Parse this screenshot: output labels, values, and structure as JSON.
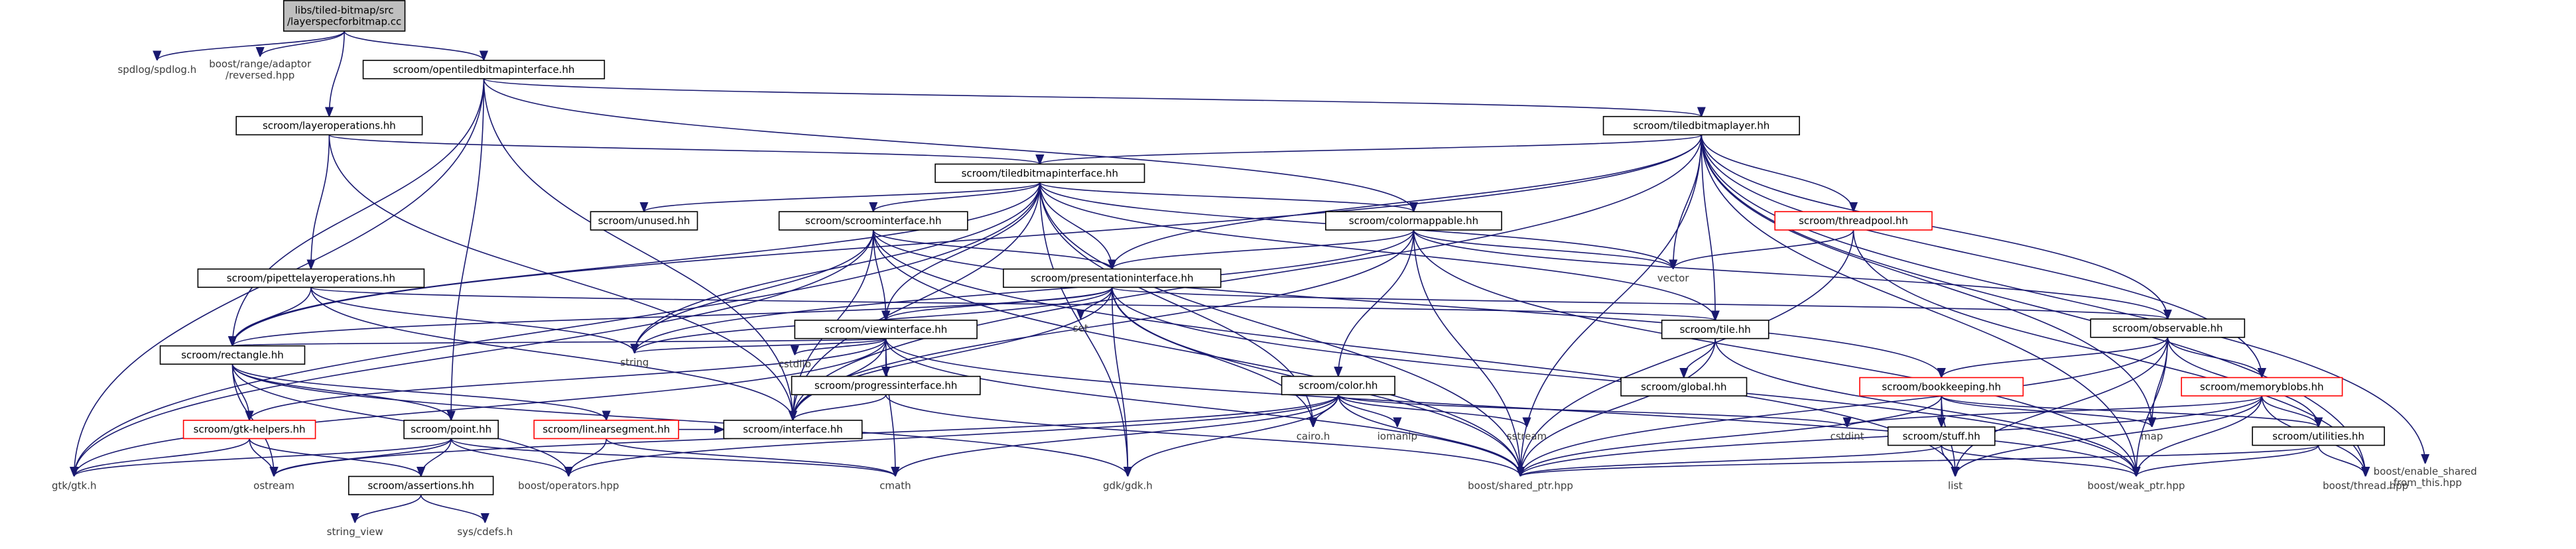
{
  "nodes": [
    {
      "id": "root",
      "lines": [
        "libs/tiled-bitmap/src",
        "/layerspecforbitmap.cc"
      ],
      "style": "root"
    },
    {
      "id": "spdlog",
      "lines": [
        "spdlog/spdlog.h"
      ],
      "style": "ext"
    },
    {
      "id": "reversed",
      "lines": [
        "boost/range/adaptor",
        "/reversed.hpp"
      ],
      "style": "ext"
    },
    {
      "id": "opentiled",
      "lines": [
        "scroom/opentiledbitmapinterface.hh"
      ],
      "style": "plain"
    },
    {
      "id": "layerops",
      "lines": [
        "scroom/layeroperations.hh"
      ],
      "style": "plain"
    },
    {
      "id": "tiledlayer",
      "lines": [
        "scroom/tiledbitmaplayer.hh"
      ],
      "style": "plain"
    },
    {
      "id": "tiledif",
      "lines": [
        "scroom/tiledbitmapinterface.hh"
      ],
      "style": "plain"
    },
    {
      "id": "unused",
      "lines": [
        "scroom/unused.hh"
      ],
      "style": "plain"
    },
    {
      "id": "scroomif",
      "lines": [
        "scroom/scroominterface.hh"
      ],
      "style": "plain"
    },
    {
      "id": "colormappable",
      "lines": [
        "scroom/colormappable.hh"
      ],
      "style": "plain"
    },
    {
      "id": "threadpool",
      "lines": [
        "scroom/threadpool.hh"
      ],
      "style": "red"
    },
    {
      "id": "pipette",
      "lines": [
        "scroom/pipettelayeroperations.hh"
      ],
      "style": "plain"
    },
    {
      "id": "presentation",
      "lines": [
        "scroom/presentationinterface.hh"
      ],
      "style": "plain"
    },
    {
      "id": "vector",
      "lines": [
        "vector"
      ],
      "style": "ext"
    },
    {
      "id": "set",
      "lines": [
        "set"
      ],
      "style": "ext"
    },
    {
      "id": "observable",
      "lines": [
        "scroom/observable.hh"
      ],
      "style": "plain"
    },
    {
      "id": "viewif",
      "lines": [
        "scroom/viewinterface.hh"
      ],
      "style": "plain"
    },
    {
      "id": "tile",
      "lines": [
        "scroom/tile.hh"
      ],
      "style": "plain"
    },
    {
      "id": "rectangle",
      "lines": [
        "scroom/rectangle.hh"
      ],
      "style": "plain"
    },
    {
      "id": "string",
      "lines": [
        "string"
      ],
      "style": "ext"
    },
    {
      "id": "cstdlib",
      "lines": [
        "cstdlib"
      ],
      "style": "ext"
    },
    {
      "id": "progressif",
      "lines": [
        "scroom/progressinterface.hh"
      ],
      "style": "plain"
    },
    {
      "id": "global",
      "lines": [
        "scroom/global.hh"
      ],
      "style": "plain"
    },
    {
      "id": "bookkeeping",
      "lines": [
        "scroom/bookkeeping.hh"
      ],
      "style": "red"
    },
    {
      "id": "memoryblobs",
      "lines": [
        "scroom/memoryblobs.hh"
      ],
      "style": "red"
    },
    {
      "id": "color",
      "lines": [
        "scroom/color.hh"
      ],
      "style": "plain"
    },
    {
      "id": "gtkhelpers",
      "lines": [
        "scroom/gtk-helpers.hh"
      ],
      "style": "red"
    },
    {
      "id": "point",
      "lines": [
        "scroom/point.hh"
      ],
      "style": "plain"
    },
    {
      "id": "linearsegment",
      "lines": [
        "scroom/linearsegment.hh"
      ],
      "style": "red"
    },
    {
      "id": "interface",
      "lines": [
        "scroom/interface.hh"
      ],
      "style": "plain"
    },
    {
      "id": "cairo",
      "lines": [
        "cairo.h"
      ],
      "style": "ext"
    },
    {
      "id": "iomanip",
      "lines": [
        "iomanip"
      ],
      "style": "ext"
    },
    {
      "id": "sstream",
      "lines": [
        "sstream"
      ],
      "style": "ext"
    },
    {
      "id": "cstdint",
      "lines": [
        "cstdint"
      ],
      "style": "ext"
    },
    {
      "id": "map",
      "lines": [
        "map"
      ],
      "style": "ext"
    },
    {
      "id": "stuff",
      "lines": [
        "scroom/stuff.hh"
      ],
      "style": "plain"
    },
    {
      "id": "utilities",
      "lines": [
        "scroom/utilities.hh"
      ],
      "style": "plain"
    },
    {
      "id": "gtkgtk",
      "lines": [
        "gtk/gtk.h"
      ],
      "style": "ext"
    },
    {
      "id": "ostream",
      "lines": [
        "ostream"
      ],
      "style": "ext"
    },
    {
      "id": "assertions",
      "lines": [
        "scroom/assertions.hh"
      ],
      "style": "plain"
    },
    {
      "id": "operators",
      "lines": [
        "boost/operators.hpp"
      ],
      "style": "ext"
    },
    {
      "id": "cmath",
      "lines": [
        "cmath"
      ],
      "style": "ext"
    },
    {
      "id": "gdkgdk",
      "lines": [
        "gdk/gdk.h"
      ],
      "style": "ext"
    },
    {
      "id": "sharedptr",
      "lines": [
        "boost/shared_ptr.hpp"
      ],
      "style": "ext"
    },
    {
      "id": "list",
      "lines": [
        "list"
      ],
      "style": "ext"
    },
    {
      "id": "weakptr",
      "lines": [
        "boost/weak_ptr.hpp"
      ],
      "style": "ext"
    },
    {
      "id": "thread",
      "lines": [
        "boost/thread.hpp"
      ],
      "style": "ext"
    },
    {
      "id": "enableshared",
      "lines": [
        "boost/enable_shared",
        "_from_this.hpp"
      ],
      "style": "ext"
    },
    {
      "id": "stringview",
      "lines": [
        "string_view"
      ],
      "style": "ext"
    },
    {
      "id": "syscdefs",
      "lines": [
        "sys/cdefs.h"
      ],
      "style": "ext"
    }
  ],
  "edges": [
    [
      "root",
      "spdlog"
    ],
    [
      "root",
      "reversed"
    ],
    [
      "root",
      "opentiled"
    ],
    [
      "root",
      "layerops"
    ],
    [
      "opentiled",
      "tiledlayer"
    ],
    [
      "opentiled",
      "colormappable"
    ],
    [
      "opentiled",
      "rectangle"
    ],
    [
      "opentiled",
      "interface"
    ],
    [
      "opentiled",
      "gtkgtk"
    ],
    [
      "opentiled",
      "point"
    ],
    [
      "layerops",
      "tiledif"
    ],
    [
      "layerops",
      "pipette"
    ],
    [
      "layerops",
      "interface"
    ],
    [
      "tiledlayer",
      "tiledif"
    ],
    [
      "tiledlayer",
      "presentation"
    ],
    [
      "tiledlayer",
      "threadpool"
    ],
    [
      "tiledlayer",
      "vector"
    ],
    [
      "tiledlayer",
      "tile"
    ],
    [
      "tiledlayer",
      "observable"
    ],
    [
      "tiledlayer",
      "memoryblobs"
    ],
    [
      "tiledlayer",
      "map"
    ],
    [
      "tiledlayer",
      "sharedptr"
    ],
    [
      "tiledlayer",
      "weakptr"
    ],
    [
      "tiledlayer",
      "thread"
    ],
    [
      "tiledlayer",
      "enableshared"
    ],
    [
      "tiledlayer",
      "rectangle"
    ],
    [
      "tiledlayer",
      "interface"
    ],
    [
      "tiledif",
      "unused"
    ],
    [
      "tiledif",
      "scroomif"
    ],
    [
      "tiledif",
      "colormappable"
    ],
    [
      "tiledif",
      "presentation"
    ],
    [
      "tiledif",
      "viewif"
    ],
    [
      "tiledif",
      "vector"
    ],
    [
      "tiledif",
      "tile"
    ],
    [
      "tiledif",
      "string"
    ],
    [
      "tiledif",
      "cairo"
    ],
    [
      "tiledif",
      "gdkgdk"
    ],
    [
      "tiledif",
      "gtkgtk"
    ],
    [
      "tiledif",
      "rectangle"
    ],
    [
      "tiledif",
      "interface"
    ],
    [
      "tiledif",
      "sharedptr"
    ],
    [
      "scroomif",
      "presentation"
    ],
    [
      "scroomif",
      "viewif"
    ],
    [
      "scroomif",
      "string"
    ],
    [
      "scroomif",
      "interface"
    ],
    [
      "scroomif",
      "gtkgtk"
    ],
    [
      "scroomif",
      "sharedptr"
    ],
    [
      "scroomif",
      "bookkeeping"
    ],
    [
      "scroomif",
      "list"
    ],
    [
      "colormappable",
      "color"
    ],
    [
      "colormappable",
      "observable"
    ],
    [
      "colormappable",
      "presentation"
    ],
    [
      "colormappable",
      "vector"
    ],
    [
      "colormappable",
      "interface"
    ],
    [
      "colormappable",
      "sharedptr"
    ],
    [
      "colormappable",
      "string"
    ],
    [
      "colormappable",
      "weakptr"
    ],
    [
      "threadpool",
      "vector"
    ],
    [
      "threadpool",
      "sharedptr"
    ],
    [
      "threadpool",
      "thread"
    ],
    [
      "pipette",
      "rectangle"
    ],
    [
      "pipette",
      "string"
    ],
    [
      "pipette",
      "interface"
    ],
    [
      "pipette",
      "tile"
    ],
    [
      "presentation",
      "set"
    ],
    [
      "presentation",
      "observable"
    ],
    [
      "presentation",
      "viewif"
    ],
    [
      "presentation",
      "rectangle"
    ],
    [
      "presentation",
      "string"
    ],
    [
      "presentation",
      "cairo"
    ],
    [
      "presentation",
      "gdkgdk"
    ],
    [
      "presentation",
      "sharedptr"
    ],
    [
      "presentation",
      "interface"
    ],
    [
      "presentation",
      "weakptr"
    ],
    [
      "observable",
      "bookkeeping"
    ],
    [
      "observable",
      "map"
    ],
    [
      "observable",
      "list"
    ],
    [
      "observable",
      "memoryblobs"
    ],
    [
      "observable",
      "utilities"
    ],
    [
      "observable",
      "sharedptr"
    ],
    [
      "observable",
      "weakptr"
    ],
    [
      "viewif",
      "progressif"
    ],
    [
      "viewif",
      "string"
    ],
    [
      "viewif",
      "cstdlib"
    ],
    [
      "viewif",
      "rectangle"
    ],
    [
      "viewif",
      "gtkhelpers"
    ],
    [
      "viewif",
      "interface"
    ],
    [
      "viewif",
      "cmath"
    ],
    [
      "viewif",
      "sharedptr"
    ],
    [
      "viewif",
      "gtkgtk"
    ],
    [
      "viewif",
      "weakptr"
    ],
    [
      "tile",
      "global"
    ],
    [
      "tile",
      "sharedptr"
    ],
    [
      "tile",
      "weakptr"
    ],
    [
      "rectangle",
      "gtkhelpers"
    ],
    [
      "rectangle",
      "point"
    ],
    [
      "rectangle",
      "linearsegment"
    ],
    [
      "rectangle",
      "ostream"
    ],
    [
      "rectangle",
      "operators"
    ],
    [
      "rectangle",
      "gdkgdk"
    ],
    [
      "progressif",
      "interface"
    ],
    [
      "progressif",
      "sharedptr"
    ],
    [
      "bookkeeping",
      "stuff"
    ],
    [
      "bookkeeping",
      "map"
    ],
    [
      "bookkeeping",
      "utilities"
    ],
    [
      "bookkeeping",
      "list"
    ],
    [
      "bookkeeping",
      "sharedptr"
    ],
    [
      "memoryblobs",
      "utilities"
    ],
    [
      "memoryblobs",
      "cstdint"
    ],
    [
      "memoryblobs",
      "list"
    ],
    [
      "memoryblobs",
      "thread"
    ],
    [
      "memoryblobs",
      "weakptr"
    ],
    [
      "memoryblobs",
      "sharedptr"
    ],
    [
      "color",
      "cairo"
    ],
    [
      "color",
      "iomanip"
    ],
    [
      "color",
      "sstream"
    ],
    [
      "color",
      "cmath"
    ],
    [
      "color",
      "operators"
    ],
    [
      "color",
      "gdkgdk"
    ],
    [
      "color",
      "cstdint"
    ],
    [
      "color",
      "sharedptr"
    ],
    [
      "color",
      "ostream"
    ],
    [
      "gtkhelpers",
      "gtkgtk"
    ],
    [
      "gtkhelpers",
      "ostream"
    ],
    [
      "gtkhelpers",
      "assertions"
    ],
    [
      "point",
      "assertions"
    ],
    [
      "point",
      "ostream"
    ],
    [
      "point",
      "operators"
    ],
    [
      "point",
      "cmath"
    ],
    [
      "point",
      "gtkgtk"
    ],
    [
      "linearsegment",
      "interface"
    ],
    [
      "linearsegment",
      "operators"
    ],
    [
      "linearsegment",
      "cmath"
    ],
    [
      "stuff",
      "sharedptr"
    ],
    [
      "stuff",
      "weakptr"
    ],
    [
      "stuff",
      "list"
    ],
    [
      "utilities",
      "sharedptr"
    ],
    [
      "utilities",
      "weakptr"
    ],
    [
      "utilities",
      "thread"
    ],
    [
      "assertions",
      "stringview"
    ],
    [
      "assertions",
      "syscdefs"
    ]
  ]
}
